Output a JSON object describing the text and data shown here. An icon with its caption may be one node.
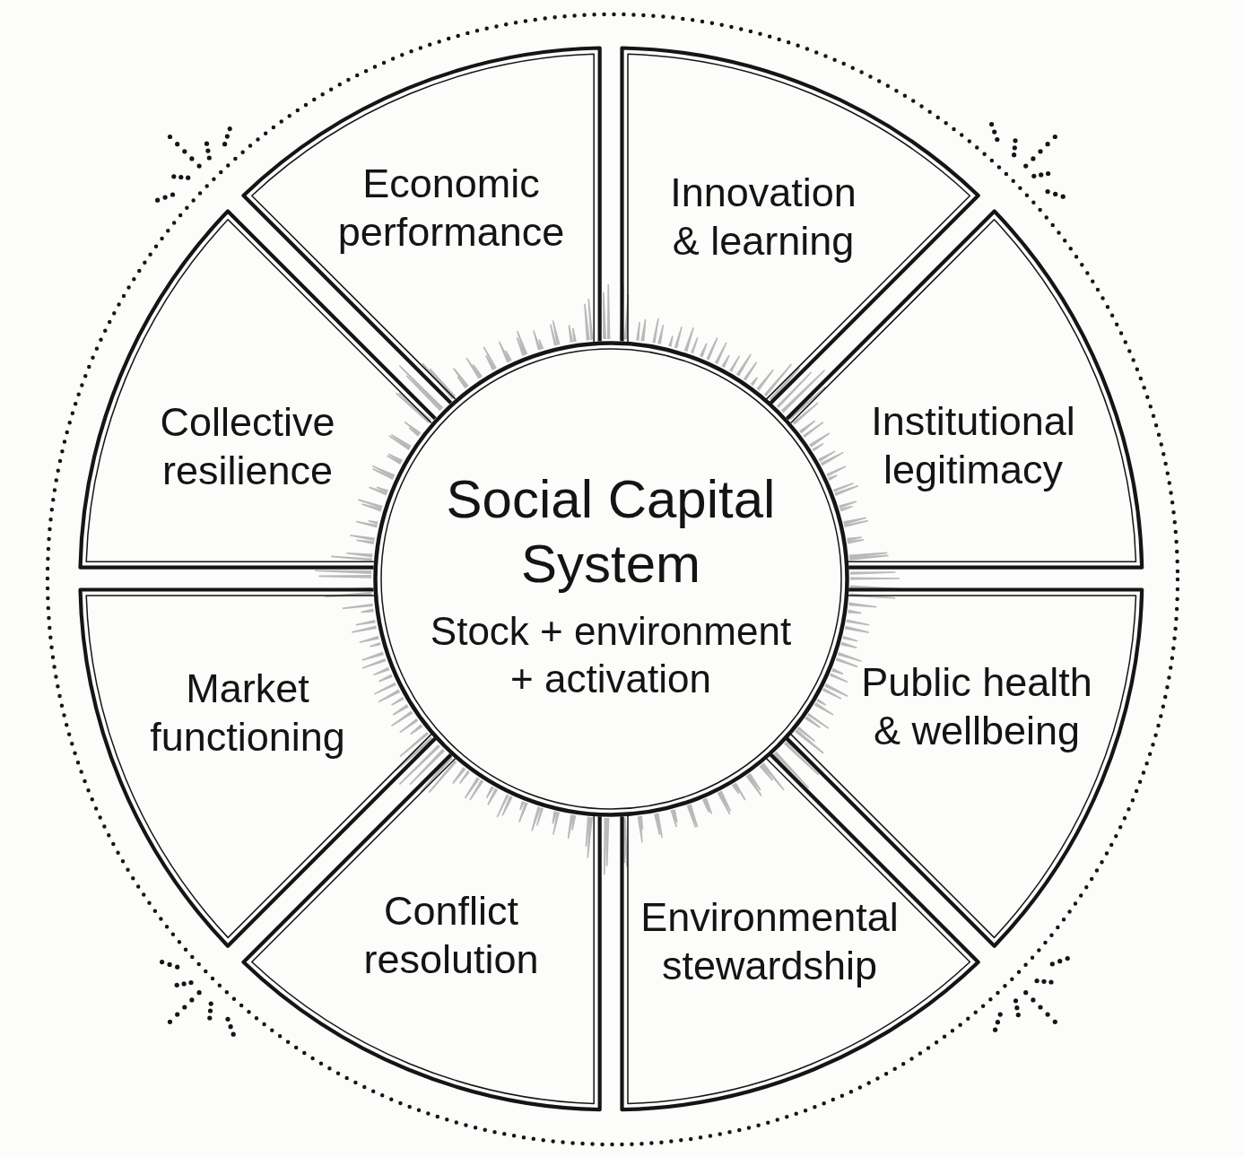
{
  "diagram": {
    "nodes": [
      {
        "text": [
          "Social Capital System",
          "Stock + environment + activation"
        ]
      },
      {
        "text": [
          "Economic performance"
        ]
      },
      {
        "text": [
          "Innovation & learning"
        ]
      },
      {
        "text": [
          "Institutional legitimacy"
        ]
      },
      {
        "text": [
          "Public health & wellbeing"
        ]
      },
      {
        "text": [
          "Environmental stewardship"
        ]
      },
      {
        "text": [
          "Conflict resolution"
        ]
      },
      {
        "text": [
          "Market functioning"
        ]
      },
      {
        "text": [
          "Collective resilience"
        ]
      }
    ]
  }
}
